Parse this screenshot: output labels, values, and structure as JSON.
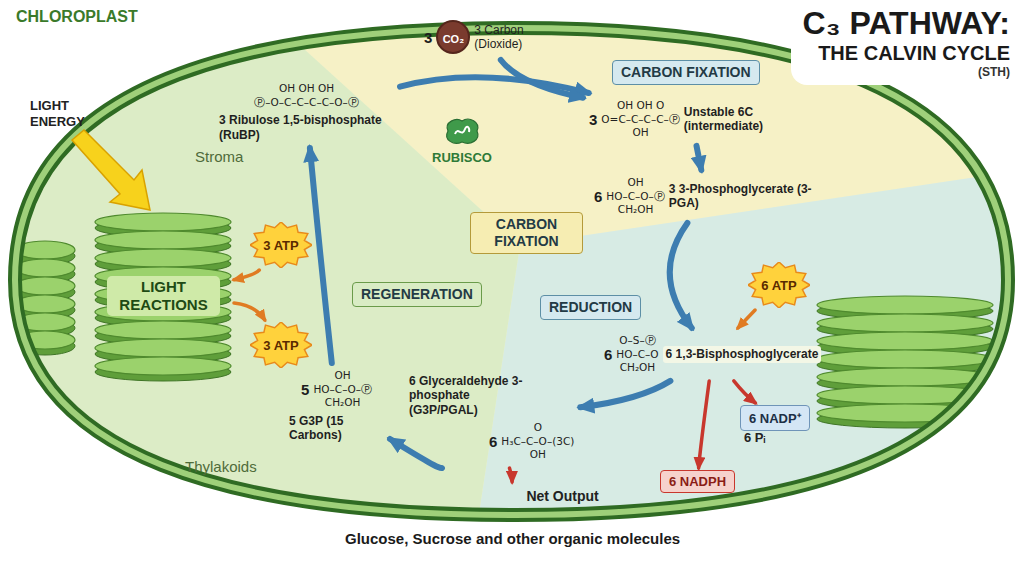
{
  "diagram": {
    "title": "C₃ PATHWAY:",
    "nodes": [
      {
        "text": [
          "3",
          "CO₂",
          "3 Carbon (Dioxide)"
        ]
      },
      {
        "text": [
          "RUBISCO"
        ]
      },
      {
        "text": [
          "CARBON FIXATION"
        ]
      },
      {
        "text": [
          "OH OH OH",
          "Ⓟ–O–C–C–C–C–O–Ⓟ",
          "3 Ribulose 1,5-bisphosphate (RuBP)"
        ]
      },
      {
        "text": [
          "3",
          "OH OH O",
          "O=C–C–C–C–Ⓟ",
          "OH",
          "Unstable 6C (intermediate)"
        ]
      },
      {
        "text": [
          "6",
          "OH",
          "HO–C–O–Ⓟ",
          "CH₂OH",
          "3 3-Phosphoglycerate (3-PGA)"
        ]
      },
      {
        "text": [
          "6",
          "O–S–Ⓟ",
          "HO–C–O",
          "CH₂OH",
          "6 1,3-Bisphosphoglycerate"
        ]
      },
      {
        "text": [
          "6 Glyceraldehyde 3-phosphate (G3P/PGAL)",
          "6",
          "O",
          "H₃C–C–O–(3C)",
          "OH"
        ]
      },
      {
        "text": [
          "5",
          "OH",
          "HO–C–O–Ⓟ",
          "CH₂OH",
          "5 G3P (15 Carbons)"
        ]
      },
      {
        "text": [
          "CARBON FIXATION"
        ]
      },
      {
        "text": [
          "REDUCTION"
        ]
      },
      {
        "text": [
          "REGENERATION"
        ]
      },
      {
        "text": [
          "LIGHT REACTIONS"
        ]
      },
      {
        "text": [
          "3 ATP"
        ]
      },
      {
        "text": [
          "3 ATP"
        ]
      },
      {
        "text": [
          "6 ATP"
        ]
      },
      {
        "text": [
          "6 NADP⁺"
        ]
      },
      {
        "text": [
          "6 NADPH"
        ]
      },
      {
        "text": [
          "Net Output",
          "Glucose, Sucrose and other organic molecules"
        ]
      }
    ],
    "edges": [
      {
        "from": 3,
        "to": 4,
        "arrow": "to"
      },
      {
        "from": 0,
        "to": 4,
        "arrow": "to"
      },
      {
        "from": 4,
        "to": 5,
        "arrow": "to"
      },
      {
        "from": 5,
        "to": 6,
        "arrow": "to"
      },
      {
        "from": 6,
        "to": 7,
        "arrow": "to"
      },
      {
        "from": 7,
        "to": 8,
        "arrow": "to"
      },
      {
        "from": 8,
        "to": 3,
        "arrow": "to"
      },
      {
        "from": 13,
        "to": 12,
        "arrow": "to"
      },
      {
        "from": 12,
        "to": 14,
        "arrow": "to"
      },
      {
        "from": 15,
        "to": 6,
        "arrow": "to"
      },
      {
        "from": 6,
        "to": 16,
        "arrow": "to"
      },
      {
        "from": 6,
        "to": 17,
        "arrow": "to"
      },
      {
        "from": 7,
        "to": 18,
        "arrow": "to"
      }
    ],
    "labels": [
      "CHLOROPLAST",
      "THE CALVIN CYCLE",
      "(STH)",
      "LIGHT ENERGY",
      "Stroma",
      "Thylakoids",
      "6 Pᵢ"
    ]
  }
}
